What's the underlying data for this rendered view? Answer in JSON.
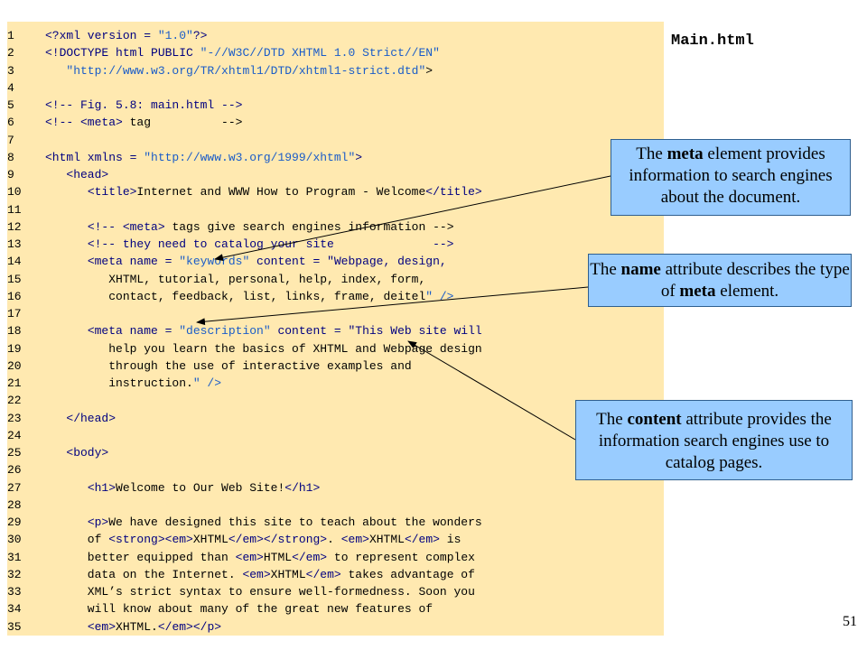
{
  "file_title": "Main.html",
  "page_number": "51",
  "code_lines": [
    {
      "n": "1",
      "t": "<?xml version = \"1.0\"?>"
    },
    {
      "n": "2",
      "t": "<!DOCTYPE html PUBLIC \"-//W3C//DTD XHTML 1.0 Strict//EN\""
    },
    {
      "n": "3",
      "t": "   \"http://www.w3.org/TR/xhtml1/DTD/xhtml1-strict.dtd\">"
    },
    {
      "n": "4",
      "t": ""
    },
    {
      "n": "5",
      "t": "<!-- Fig. 5.8: main.html -->"
    },
    {
      "n": "6",
      "t": "<!-- <meta> tag          -->"
    },
    {
      "n": "7",
      "t": ""
    },
    {
      "n": "8",
      "t": "<html xmlns = \"http://www.w3.org/1999/xhtml\">"
    },
    {
      "n": "9",
      "t": "   <head>"
    },
    {
      "n": "10",
      "t": "      <title>Internet and WWW How to Program - Welcome</title>"
    },
    {
      "n": "11",
      "t": ""
    },
    {
      "n": "12",
      "t": "      <!-- <meta> tags give search engines information -->"
    },
    {
      "n": "13",
      "t": "      <!-- they need to catalog your site              -->"
    },
    {
      "n": "14",
      "t": "      <meta name = \"keywords\" content = \"Webpage, design,"
    },
    {
      "n": "15",
      "t": "         XHTML, tutorial, personal, help, index, form,"
    },
    {
      "n": "16",
      "t": "         contact, feedback, list, links, frame, deitel\" />"
    },
    {
      "n": "17",
      "t": ""
    },
    {
      "n": "18",
      "t": "      <meta name = \"description\" content = \"This Web site will"
    },
    {
      "n": "19",
      "t": "         help you learn the basics of XHTML and Webpage design"
    },
    {
      "n": "20",
      "t": "         through the use of interactive examples and"
    },
    {
      "n": "21",
      "t": "         instruction.\" />"
    },
    {
      "n": "22",
      "t": ""
    },
    {
      "n": "23",
      "t": "   </head>"
    },
    {
      "n": "24",
      "t": ""
    },
    {
      "n": "25",
      "t": "   <body>"
    },
    {
      "n": "26",
      "t": ""
    },
    {
      "n": "27",
      "t": "      <h1>Welcome to Our Web Site!</h1>"
    },
    {
      "n": "28",
      "t": ""
    },
    {
      "n": "29",
      "t": "      <p>We have designed this site to teach about the wonders"
    },
    {
      "n": "30",
      "t": "      of <strong><em>XHTML</em></strong>. <em>XHTML</em> is"
    },
    {
      "n": "31",
      "t": "      better equipped than <em>HTML</em> to represent complex"
    },
    {
      "n": "32",
      "t": "      data on the Internet. <em>XHTML</em> takes advantage of"
    },
    {
      "n": "33",
      "t": "      XML’s strict syntax to ensure well-formedness. Soon you"
    },
    {
      "n": "34",
      "t": "      will know about many of the great new features of"
    },
    {
      "n": "35",
      "t": "      <em>XHTML.</em></p>"
    }
  ],
  "callouts": {
    "meta": {
      "pre": "The ",
      "kw": "meta",
      "post": " element provides information to search engines about the document."
    },
    "name": {
      "pre": "The ",
      "kw": "name",
      "mid": " attribute describes the type of ",
      "kw2": "meta",
      "post": " element."
    },
    "content": {
      "pre": "The ",
      "kw": "content",
      "post": " attribute provides the information search engines use to catalog pages."
    }
  },
  "colors": {
    "panel": "#ffe9b0",
    "callout": "#99ccff",
    "tag": "#000080",
    "string": "#1a5cc8"
  }
}
